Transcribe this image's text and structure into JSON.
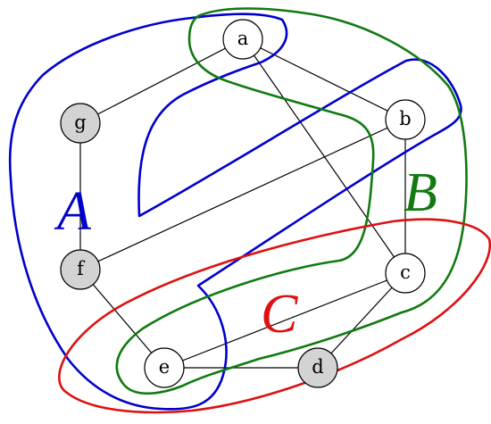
{
  "graph": {
    "nodes": [
      {
        "id": "a",
        "label": "a",
        "shaded": false
      },
      {
        "id": "b",
        "label": "b",
        "shaded": false
      },
      {
        "id": "c",
        "label": "c",
        "shaded": false
      },
      {
        "id": "d",
        "label": "d",
        "shaded": true
      },
      {
        "id": "e",
        "label": "e",
        "shaded": false
      },
      {
        "id": "f",
        "label": "f",
        "shaded": true
      },
      {
        "id": "g",
        "label": "g",
        "shaded": true
      }
    ],
    "edges": [
      [
        "a",
        "b"
      ],
      [
        "a",
        "g"
      ],
      [
        "a",
        "c"
      ],
      [
        "b",
        "c"
      ],
      [
        "b",
        "f"
      ],
      [
        "c",
        "d"
      ],
      [
        "c",
        "e"
      ],
      [
        "d",
        "e"
      ],
      [
        "e",
        "f"
      ],
      [
        "f",
        "g"
      ]
    ]
  },
  "regions": [
    {
      "id": "A",
      "label": "A",
      "color": "#0000cc"
    },
    {
      "id": "B",
      "label": "B",
      "color": "#117a11"
    },
    {
      "id": "C",
      "label": "C",
      "color": "#dd1111"
    }
  ],
  "colors": {
    "node_fill": "#ffffff",
    "node_shaded_fill": "#d3d3d3",
    "stroke": "#000000"
  }
}
